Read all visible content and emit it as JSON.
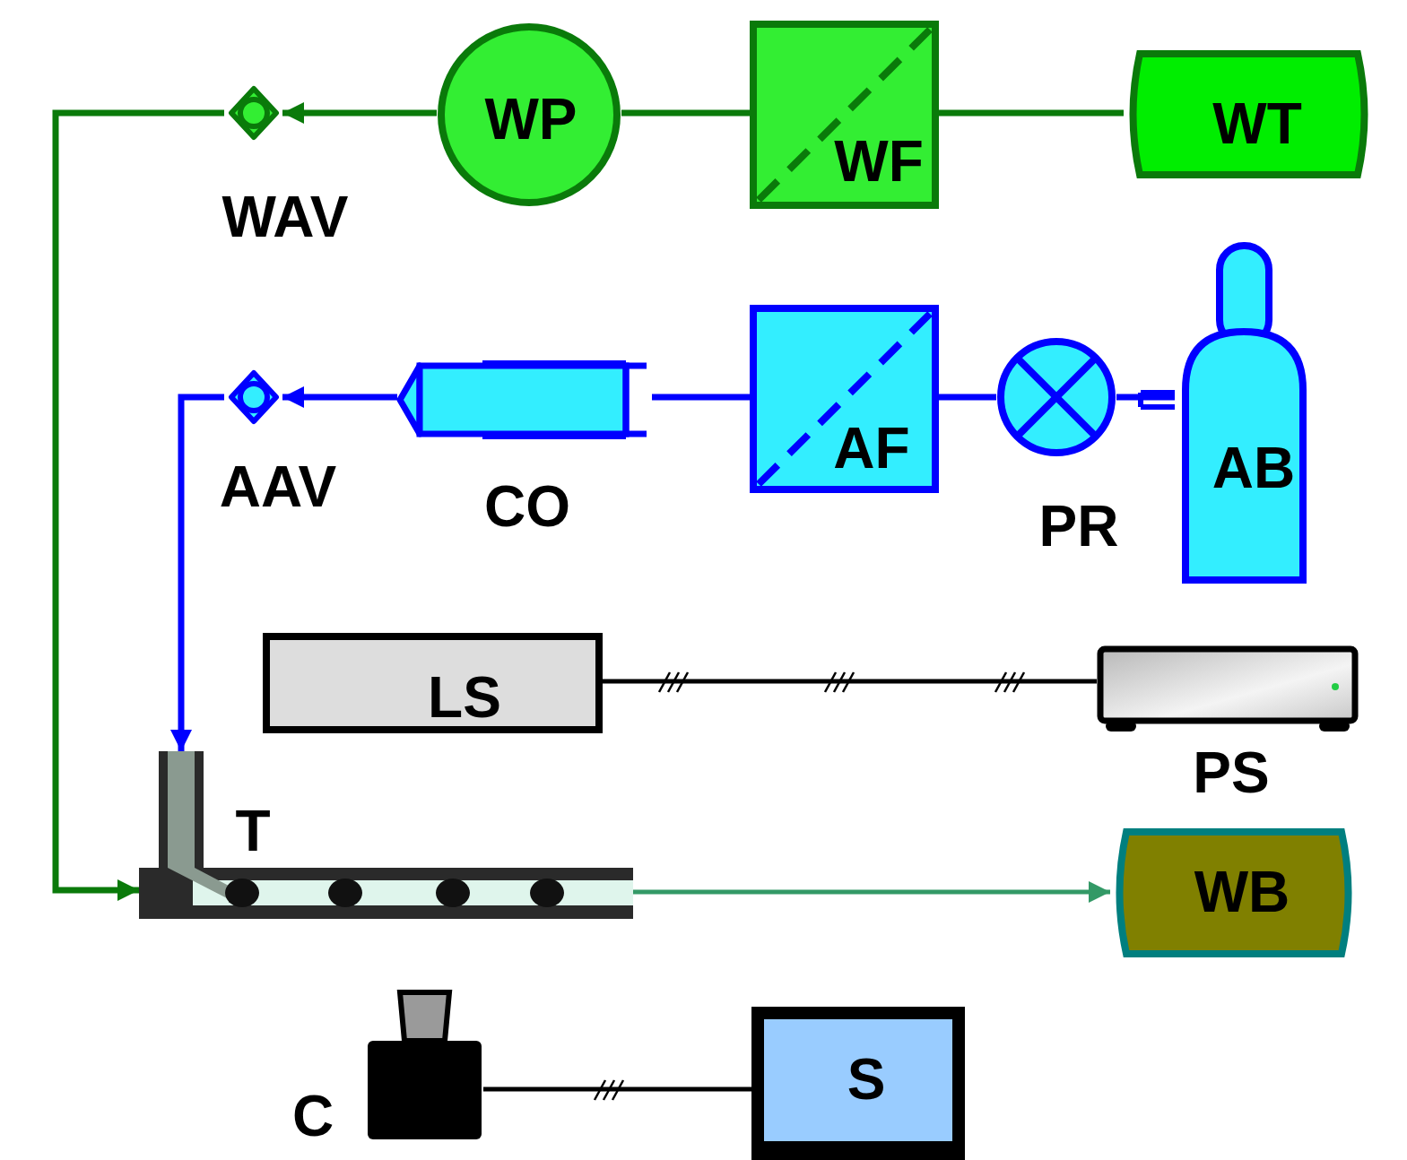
{
  "diagram": {
    "nodes": [
      {
        "text": [
          "WAV"
        ]
      },
      {
        "text": [
          "WP"
        ]
      },
      {
        "text": [
          "WF"
        ]
      },
      {
        "text": [
          "WT"
        ]
      },
      {
        "text": [
          "AAV"
        ]
      },
      {
        "text": [
          "CO"
        ]
      },
      {
        "text": [
          "AF"
        ]
      },
      {
        "text": [
          "PR"
        ]
      },
      {
        "text": [
          "AB"
        ]
      },
      {
        "text": [
          "LS"
        ]
      },
      {
        "text": [
          "PS"
        ]
      },
      {
        "text": [
          "T"
        ]
      },
      {
        "text": [
          "WB"
        ]
      },
      {
        "text": [
          "C"
        ]
      },
      {
        "text": [
          "S"
        ]
      }
    ],
    "edges": [
      {
        "from": 1,
        "to": 0,
        "arrow": "to"
      },
      {
        "from": 2,
        "to": 1,
        "arrow": "none"
      },
      {
        "from": 3,
        "to": 2,
        "arrow": "none"
      },
      {
        "from": 0,
        "to": 11,
        "arrow": "to"
      },
      {
        "from": 5,
        "to": 4,
        "arrow": "to"
      },
      {
        "from": 6,
        "to": 5,
        "arrow": "none"
      },
      {
        "from": 7,
        "to": 6,
        "arrow": "none"
      },
      {
        "from": 8,
        "to": 7,
        "arrow": "none"
      },
      {
        "from": 4,
        "to": 11,
        "arrow": "to"
      },
      {
        "from": 9,
        "to": 10,
        "arrow": "none"
      },
      {
        "from": 11,
        "to": 12,
        "arrow": "to"
      },
      {
        "from": 13,
        "to": 14,
        "arrow": "none"
      }
    ]
  }
}
